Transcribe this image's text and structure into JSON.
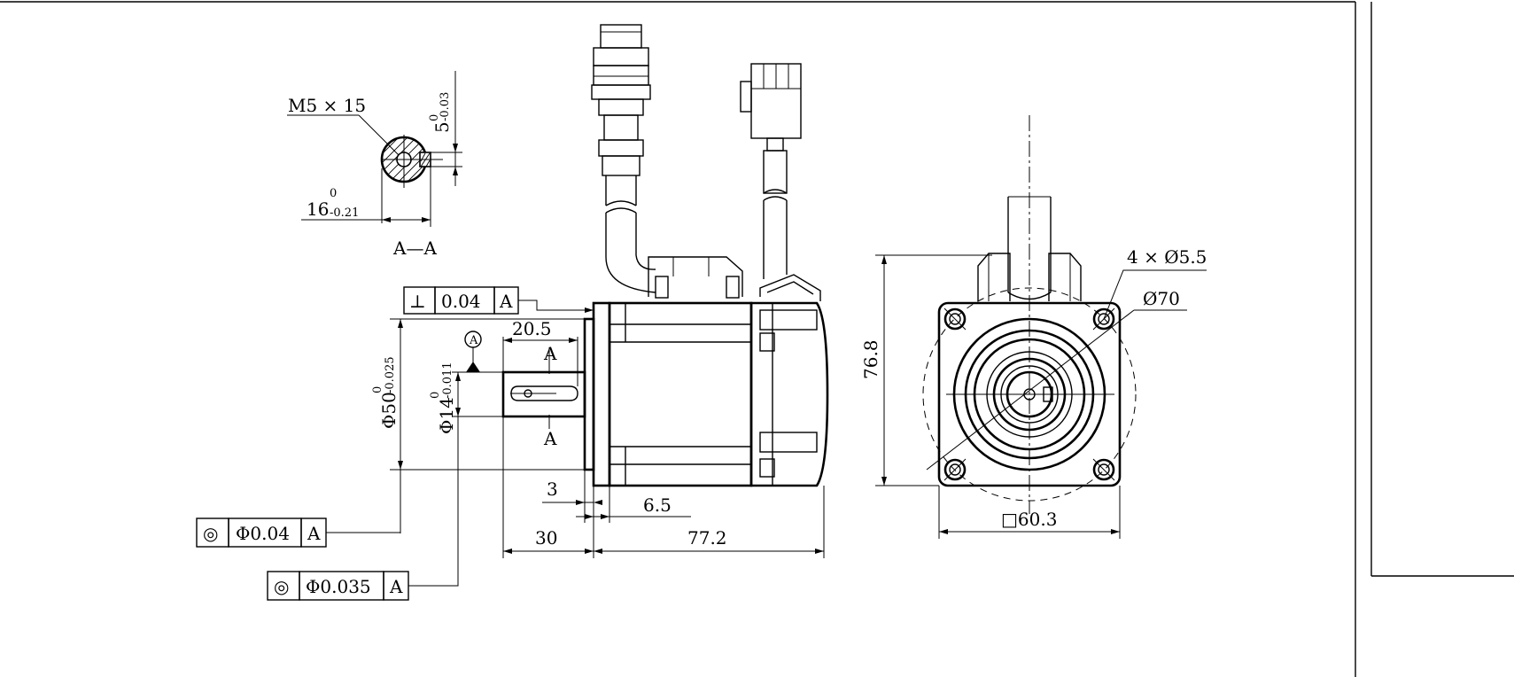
{
  "section": {
    "thread": "M5 × 15",
    "key_depth": "5",
    "key_depth_tol_upper": "0",
    "key_depth_tol_lower": "-0.03",
    "height": "16",
    "height_tol_upper": "0",
    "height_tol_lower": "-0.21",
    "label": "A—A"
  },
  "side_view": {
    "perp_symbol": "⊥",
    "perp_value": "0.04",
    "perp_datum": "A",
    "datum_bubble": "A",
    "key_length": "20.5",
    "cut_label_top": "A",
    "cut_label_bottom": "A",
    "pilot_dia": "Φ50",
    "pilot_tol_upper": "0",
    "pilot_tol_lower": "-0.025",
    "shaft_dia": "Φ14",
    "shaft_tol_upper": "0",
    "shaft_tol_lower": "-0.011",
    "flange_thk": "3",
    "pilot_len": "6.5",
    "shaft_len": "30",
    "body_len": "77.2",
    "conc1_symbol": "◎",
    "conc1_value": "Φ0.04",
    "conc1_datum": "A",
    "conc2_symbol": "◎",
    "conc2_value": "Φ0.035",
    "conc2_datum": "A"
  },
  "front_view": {
    "holes": "4 × Ø5.5",
    "bolt_circle": "Ø70",
    "height": "76.8",
    "square": "□60.3"
  }
}
